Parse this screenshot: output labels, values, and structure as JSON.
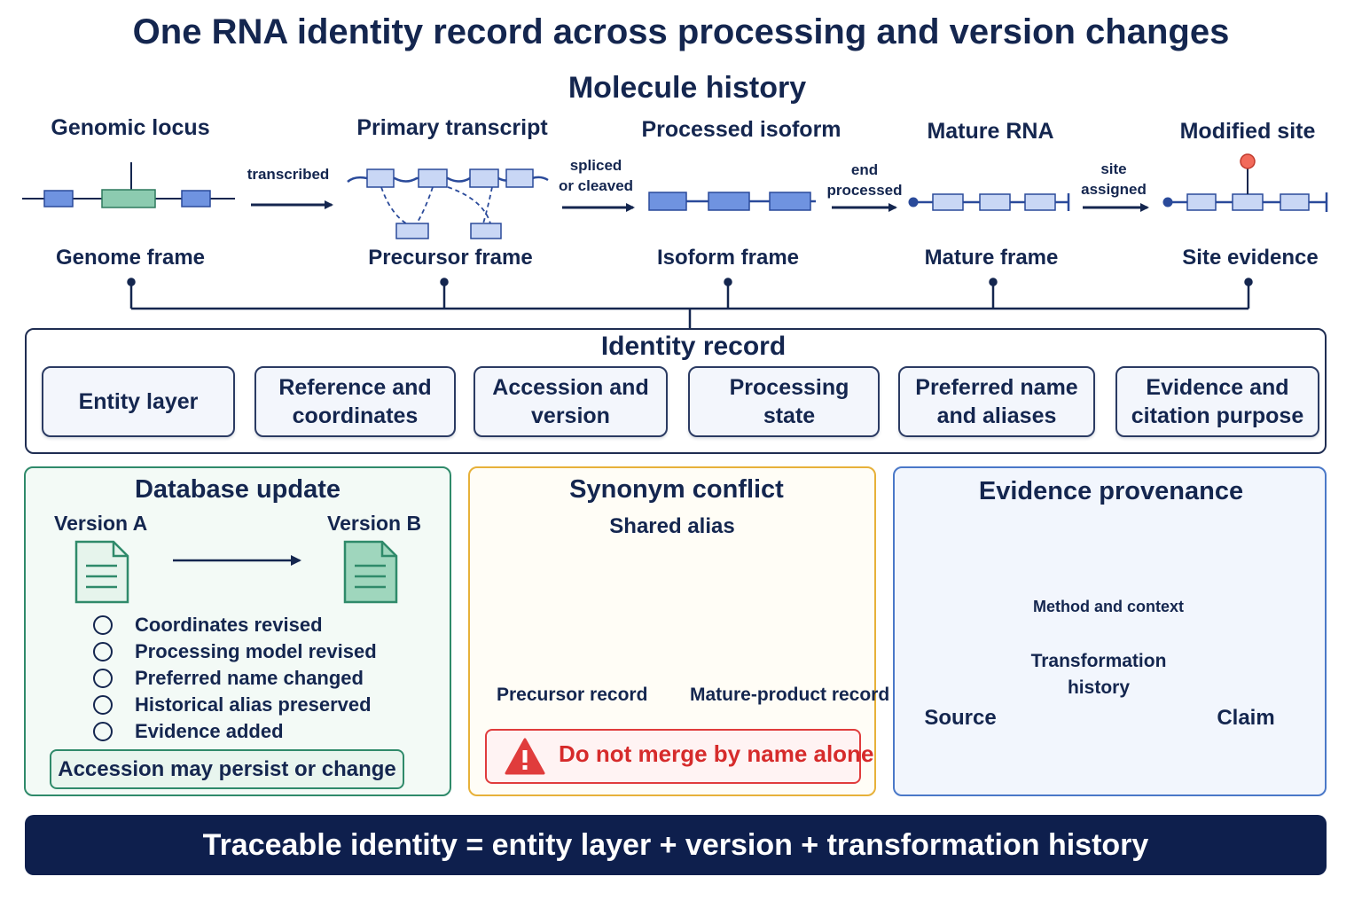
{
  "title": "One RNA identity record across processing and version changes",
  "subtitle": "Molecule history",
  "stages": [
    {
      "label": "Genomic locus",
      "frame": "Genome frame"
    },
    {
      "label": "Primary transcript",
      "frame": "Precursor frame"
    },
    {
      "label": "Processed isoform",
      "frame": "Isoform frame"
    },
    {
      "label": "Mature RNA",
      "frame": "Mature frame"
    },
    {
      "label": "Modified site",
      "frame": "Site evidence"
    }
  ],
  "transitions": [
    {
      "line1": "transcribed",
      "line2": ""
    },
    {
      "line1": "spliced",
      "line2": "or cleaved"
    },
    {
      "line1": "end",
      "line2": "processed"
    },
    {
      "line1": "site",
      "line2": "assigned"
    }
  ],
  "identity": {
    "title": "Identity record",
    "fields": [
      {
        "line1": "Entity layer",
        "line2": ""
      },
      {
        "line1": "Reference and",
        "line2": "coordinates"
      },
      {
        "line1": "Accession and",
        "line2": "version"
      },
      {
        "line1": "Processing state",
        "line2": ""
      },
      {
        "line1": "Preferred name",
        "line2": "and aliases"
      },
      {
        "line1": "Evidence and",
        "line2": "citation purpose"
      }
    ]
  },
  "database_update": {
    "title": "Database update",
    "version_a": "Version A",
    "version_b": "Version B",
    "changes": [
      "Coordinates revised",
      "Processing model revised",
      "Preferred name changed",
      "Historical alias preserved",
      "Evidence added"
    ],
    "note": "Accession may persist or change"
  },
  "synonym_conflict": {
    "title": "Synonym conflict",
    "shared_alias": "Shared alias",
    "left_record": "Precursor record",
    "right_record": "Mature-product record",
    "warning": "Do not merge by name alone"
  },
  "evidence_provenance": {
    "title": "Evidence provenance",
    "source": "Source",
    "method": "Method and context",
    "transform_line1": "Transformation",
    "transform_line2": "history",
    "claim": "Claim"
  },
  "footer": "Traceable identity = entity layer + version + transformation history",
  "colors": {
    "navy": "#14264f",
    "segment_blue": "#c9d7f5",
    "segment_green": "#8ccbb0",
    "alias_purple": "#c9b8ef",
    "warning_red": "#e03c3c",
    "modification_red": "#f26a5a"
  }
}
